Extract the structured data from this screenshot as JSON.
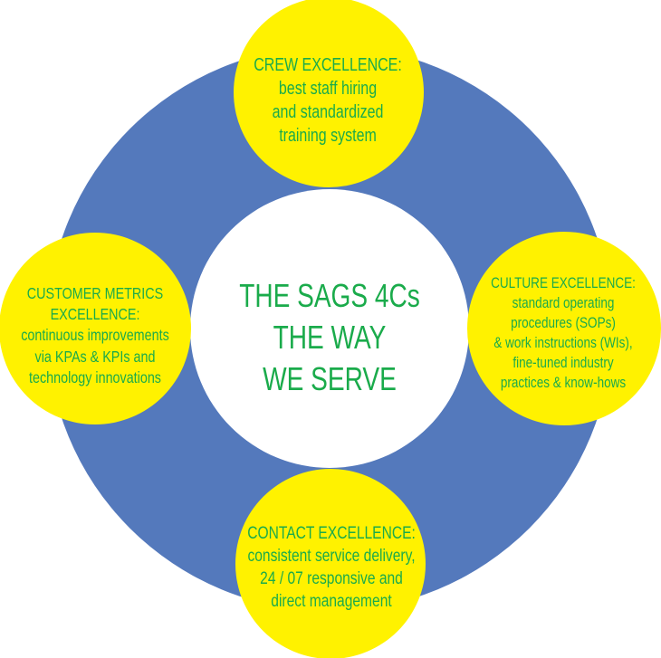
{
  "colors": {
    "ring": "#5479bc",
    "hub": "#ffffff",
    "node": "#fff200",
    "text": "#1aab4b",
    "background": "#ffffff"
  },
  "center": {
    "lines": [
      "THE SAGS 4Cs",
      "THE WAY",
      "WE SERVE"
    ]
  },
  "nodes": {
    "top": {
      "title": "CREW EXCELLENCE:",
      "lines": [
        "CREW EXCELLENCE:",
        "best staff hiring",
        "and standardized",
        "training system"
      ]
    },
    "left": {
      "title": "CUSTOMER METRICS EXCELLENCE:",
      "lines": [
        "CUSTOMER METRICS",
        "EXCELLENCE:",
        "continuous improvements",
        "via KPAs & KPIs and",
        "technology innovations"
      ]
    },
    "right": {
      "title": "CULTURE EXCELLENCE:",
      "lines": [
        "CULTURE EXCELLENCE:",
        "standard operating",
        "procedures (SOPs)",
        "& work instructions (WIs),",
        "fine-tuned industry",
        "practices & know-hows"
      ]
    },
    "bottom": {
      "title": "CONTACT EXCELLENCE:",
      "lines": [
        "CONTACT EXCELLENCE:",
        "consistent service delivery,",
        "24 / 07 responsive and",
        "direct management"
      ]
    }
  }
}
